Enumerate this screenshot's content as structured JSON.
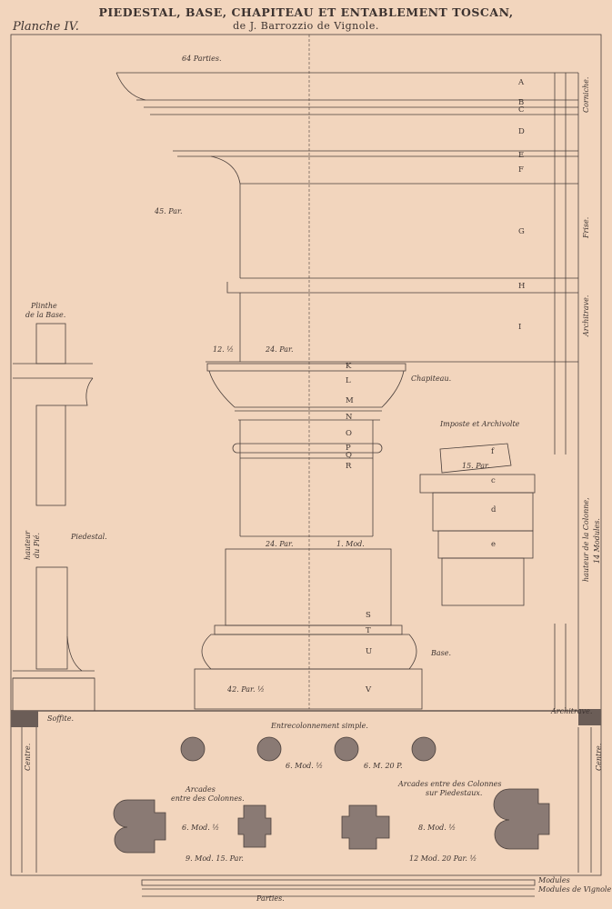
{
  "title": "PIEDESTAL, BASE, CHAPITEAU ET ENTABLEMENT TOSCAN,",
  "subtitle": "de J. Barrozzio de Vignole.",
  "plate": "Planche IV.",
  "labels": {
    "plinthe_line1": "Plinthe",
    "plinthe_line2": "de la Base.",
    "piedestal": "Piedestal.",
    "hauteur_de": "hauteur",
    "hauteur_de2": "du Pié.",
    "chapiteau": "Chapiteau.",
    "imposte": "Imposte et Archivolte",
    "base": "Base.",
    "soffite": "Soffite.",
    "architrave": "Architrave.",
    "entrecolonnement": "Entrecolonnement simple.",
    "arcades_line1": "Arcades",
    "arcades_line2": "entre des Colonnes.",
    "arcades_p_line1": "Arcades entre des Colonnes",
    "arcades_p_line2": "sur Piedestaux.",
    "corniche": "Corniche.",
    "frise": "Frise.",
    "architrave_side": "Architrave.",
    "hauteur_colonne": "hauteur de la Colonne,",
    "modules_colonne": "14 Modules.",
    "centre1": "Centre.",
    "centre2": "Centre.",
    "scale_modules": "Modules",
    "scale_vignole": "Modules de Vignole.",
    "scale_parties": "Parties."
  },
  "letters": [
    "A",
    "B",
    "C",
    "D",
    "E",
    "F",
    "G",
    "H",
    "I",
    "K",
    "L",
    "M",
    "N",
    "O",
    "P",
    "Q",
    "R",
    "S",
    "T",
    "U",
    "V"
  ],
  "dims": {
    "d1": "64 Parties.",
    "d2": "45. Par.",
    "d3": "12. ½",
    "d4": "24. Par.",
    "d5": "24. Par.",
    "d6": "1. Mod.",
    "d7": "42. Par. ½",
    "d8": "6. Mod. ½",
    "d9": "6. M. 20 P.",
    "d10": "6. Mod. ½",
    "d11": "9. Mod. 15. Par.",
    "d12": "8. Mod. ½",
    "d13": "12 Mod. 20 Par. ½",
    "d14": "15. Par."
  },
  "imposte_letters": [
    "f",
    "c",
    "d",
    "e"
  ]
}
